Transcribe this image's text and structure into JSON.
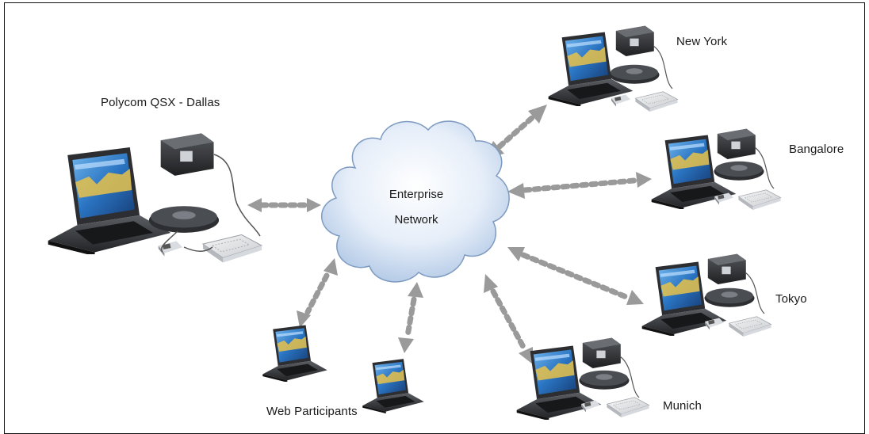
{
  "diagram": {
    "cloud": {
      "line1": "Enterprise",
      "line2": "Network"
    },
    "sites": {
      "dallas": "Polycom QSX - Dallas",
      "new_york": "New York",
      "bangalore": "Bangalore",
      "tokyo": "Tokyo",
      "munich": "Munich",
      "web": "Web Participants"
    }
  },
  "colors": {
    "arrow": "#9a9a9a",
    "cloud_fill": "#dde8f6",
    "cloud_stroke": "#6f8fb3",
    "screen": "#2f79c6",
    "laptop_body": "#3b3d40"
  }
}
